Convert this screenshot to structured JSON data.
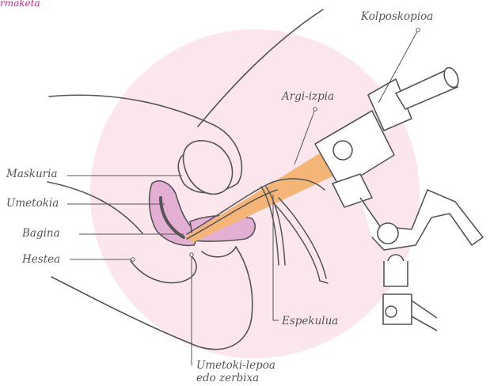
{
  "caption": "rmaketa",
  "labels": {
    "kolposkopioa": "Kolposkopioa",
    "argi_izpia": "Argi-izpia",
    "maskuria": "Maskuria",
    "umetokia": "Umetokia",
    "bagina": "Bagina",
    "hestea": "Hestea",
    "espekulua": "Espekulua",
    "umetoki_lepoa_1": "Umetoki-lepoa",
    "umetoki_lepoa_2": "edo zerbixa"
  },
  "colors": {
    "background_circle": "#fbe6ee",
    "organ_fill": "#e3b0d3",
    "light_beam": "#f5b577",
    "line": "#555555",
    "caption": "#d6247f"
  }
}
